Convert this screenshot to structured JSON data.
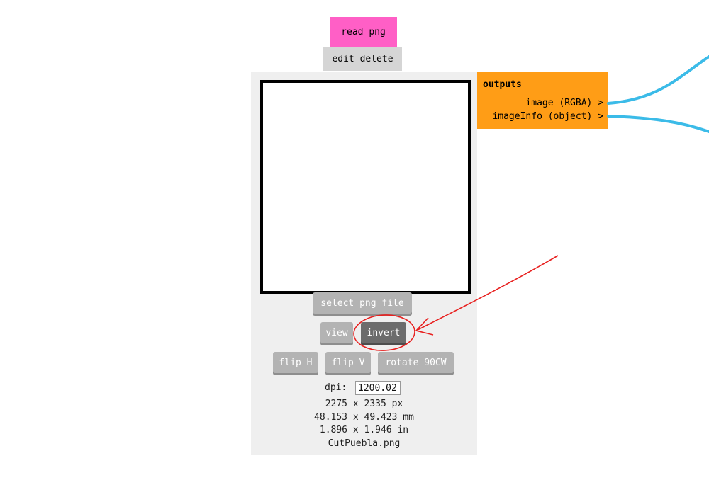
{
  "node": {
    "title": "read png",
    "edit_label": "edit",
    "delete_label": "delete",
    "buttons": {
      "select_file": "select png file",
      "view": "view",
      "invert": "invert",
      "flip_h": "flip H",
      "flip_v": "flip V",
      "rotate": "rotate 90CW"
    },
    "dpi_label": "dpi:",
    "dpi_value": "1200.02",
    "info": {
      "px": "2275 x 2335 px",
      "mm": "48.153 x 49.423 mm",
      "in": "1.896 x 1.946 in",
      "filename": "CutPuebla.png"
    }
  },
  "outputs": {
    "title": "outputs",
    "items": [
      {
        "label": "image (RGBA)",
        "arrow": ">"
      },
      {
        "label": "imageInfo (object)",
        "arrow": ">"
      }
    ]
  },
  "colors": {
    "title_bg": "#ff5fc6",
    "outputs_bg": "#ff9d16",
    "wire": "#3bbbe8",
    "annotation": "#e8201f"
  }
}
